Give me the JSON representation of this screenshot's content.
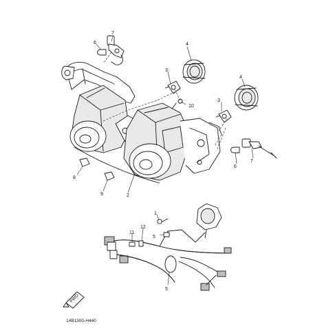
{
  "diagram": {
    "callouts": [
      "1",
      "2",
      "3",
      "3",
      "4",
      "4",
      "5",
      "5",
      "6",
      "6",
      "7",
      "7",
      "8",
      "9",
      "10",
      "11",
      "12"
    ],
    "front_marker": "FWD",
    "drawing_code": "14B1300-H440"
  }
}
